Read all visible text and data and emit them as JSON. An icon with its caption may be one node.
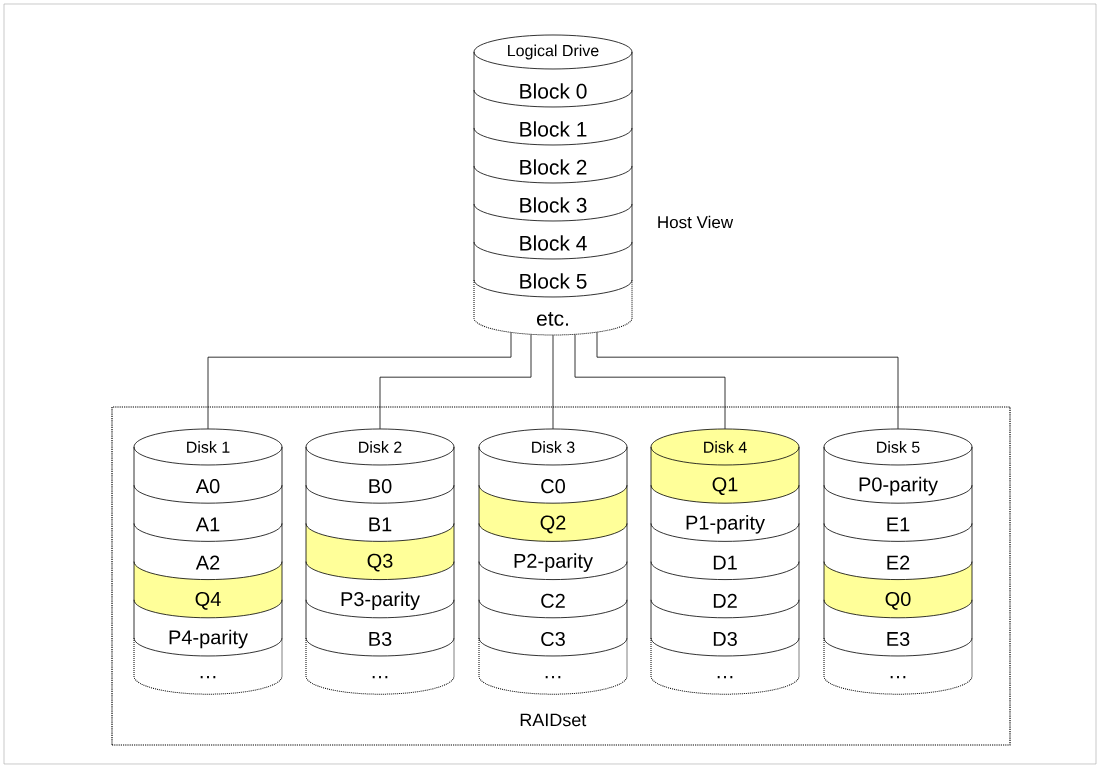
{
  "diagram": {
    "nodes": [
      {
        "text": [
          "Logical Drive",
          "Block 0",
          "Block 1",
          "Block 2",
          "Block 3",
          "Block 4",
          "Block 5",
          "etc."
        ],
        "beside": [
          "Host View"
        ]
      },
      {
        "text": [
          "RAIDset"
        ]
      },
      {
        "text": [
          "Disk 1",
          "A0",
          "A1",
          "A2",
          "Q4",
          "P4-parity",
          "…"
        ],
        "in": 1
      },
      {
        "text": [
          "Disk 2",
          "B0",
          "B1",
          "Q3",
          "P3-parity",
          "B3",
          "…"
        ],
        "in": 1
      },
      {
        "text": [
          "Disk 3",
          "C0",
          "Q2",
          "P2-parity",
          "C2",
          "C3",
          "…"
        ],
        "in": 1
      },
      {
        "text": [
          "Disk 4",
          "Q1",
          "P1-parity",
          "D1",
          "D2",
          "D3",
          "…"
        ],
        "in": 1
      },
      {
        "text": [
          "Disk 5",
          "P0-parity",
          "E1",
          "E2",
          "Q0",
          "E3",
          "…"
        ],
        "in": 1
      }
    ],
    "edges": [
      {
        "from": 0,
        "to": 2,
        "arrow": "none"
      },
      {
        "from": 0,
        "to": 3,
        "arrow": "none"
      },
      {
        "from": 0,
        "to": 4,
        "arrow": "none"
      },
      {
        "from": 0,
        "to": 5,
        "arrow": "none"
      },
      {
        "from": 0,
        "to": 6,
        "arrow": "none"
      }
    ]
  }
}
